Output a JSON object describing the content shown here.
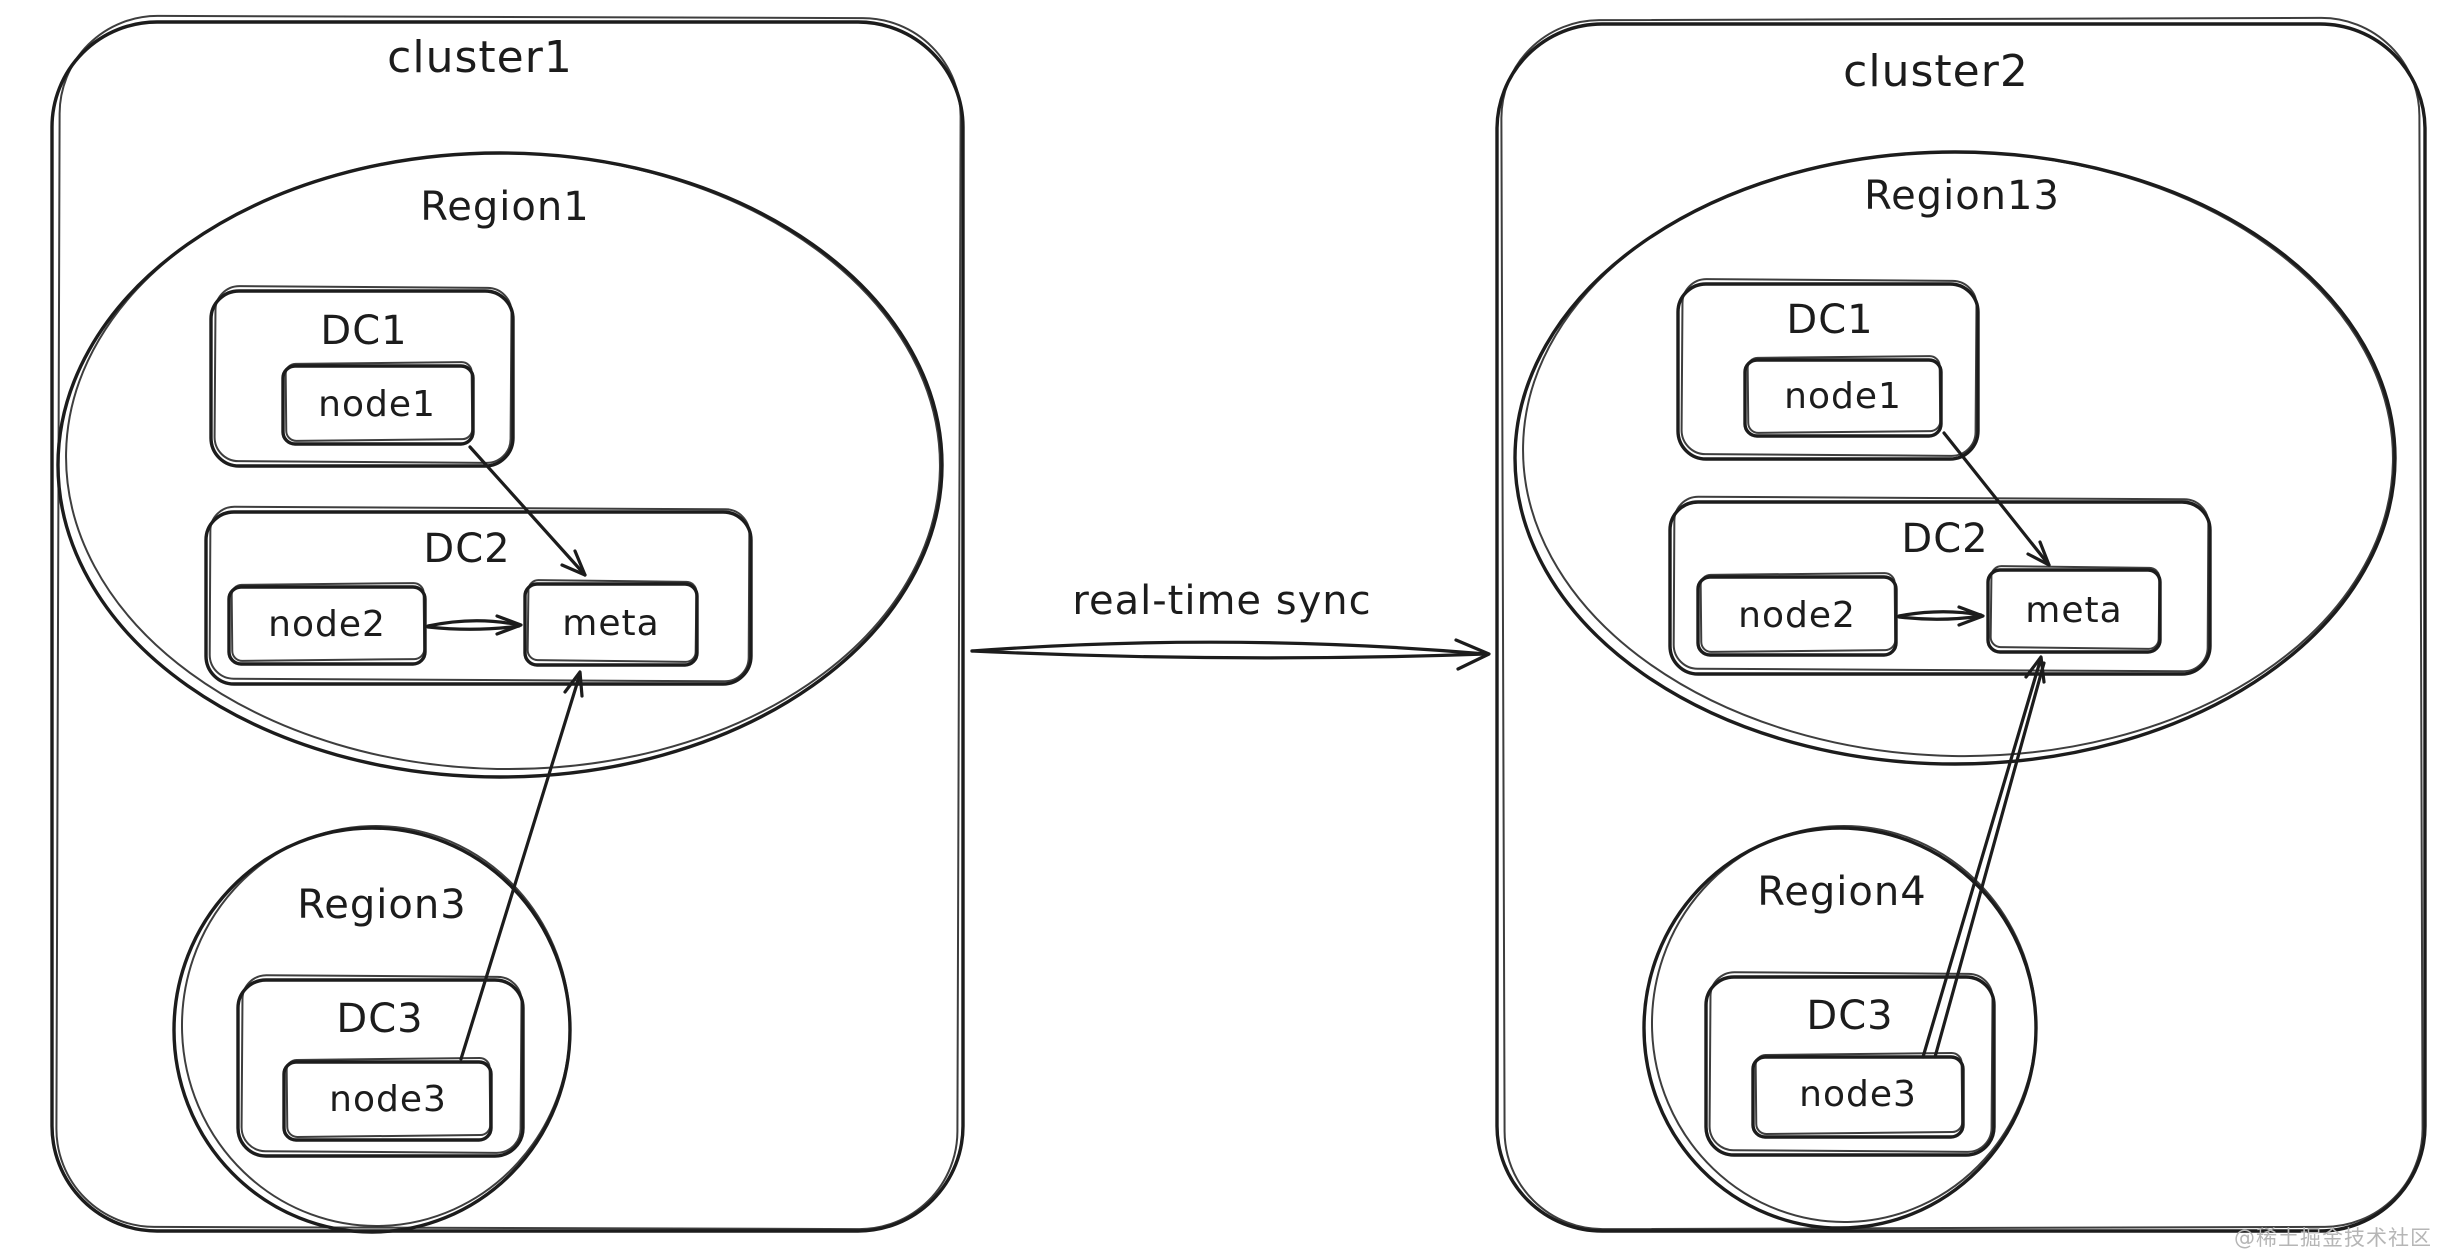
{
  "diagram": {
    "sync_arrow_label": "real-time sync",
    "watermark": "@稀土掘金技术社区",
    "stroke_color": "#1c1c1c",
    "watermark_color": "#b6b6b6",
    "cluster1": {
      "title": "cluster1",
      "region1": {
        "title": "Region1",
        "dc1": {
          "title": "DC1",
          "node1": "node1"
        },
        "dc2": {
          "title": "DC2",
          "node2": "node2",
          "meta": "meta"
        }
      },
      "region3": {
        "title": "Region3",
        "dc3": {
          "title": "DC3",
          "node3": "node3"
        }
      }
    },
    "cluster2": {
      "title": "cluster2",
      "region13": {
        "title": "Region13",
        "dc1": {
          "title": "DC1",
          "node1": "node1"
        },
        "dc2": {
          "title": "DC2",
          "node2": "node2",
          "meta": "meta"
        }
      },
      "region4": {
        "title": "Region4",
        "dc3": {
          "title": "DC3",
          "node3": "node3"
        }
      }
    },
    "edges": {
      "c1_node1_to_meta": "node1 -> meta",
      "c1_node2_to_meta": "node2 -> meta",
      "c1_node3_to_meta": "node3 -> meta",
      "c2_node1_to_meta": "node1 -> meta",
      "c2_node2_to_meta": "node2 -> meta",
      "c2_node3_to_meta": "node3 -> meta",
      "cluster1_to_cluster2": "real-time sync"
    }
  }
}
